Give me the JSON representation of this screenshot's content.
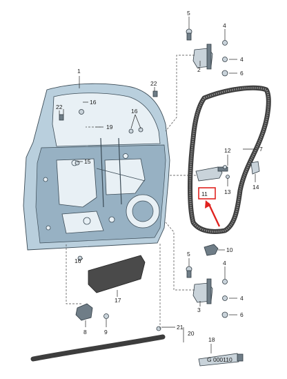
{
  "callouts": {
    "c1": "1",
    "c2_top": "2",
    "c2_bottom": "3",
    "c4_a": "4",
    "c4_b": "4",
    "c4_c": "4",
    "c4_d": "4",
    "c5_a": "5",
    "c5_b": "5",
    "c6_a": "6",
    "c6_b": "6",
    "c7": "7",
    "c8": "8",
    "c9": "9",
    "c10": "10",
    "c11": "11",
    "c12": "12",
    "c13": "13",
    "c14": "14",
    "c15": "15",
    "c16_a": "16",
    "c16_b": "16",
    "c16_c": "16",
    "c17": "17",
    "c18": "18",
    "c19": "19",
    "c20": "20",
    "c21": "21",
    "c22_a": "22",
    "c22_b": "22"
  },
  "tube_text": "G 000110",
  "colors": {
    "highlight": "#e0221f",
    "door_panel": "#b9cfdd",
    "seal": "#3d3d3d"
  }
}
